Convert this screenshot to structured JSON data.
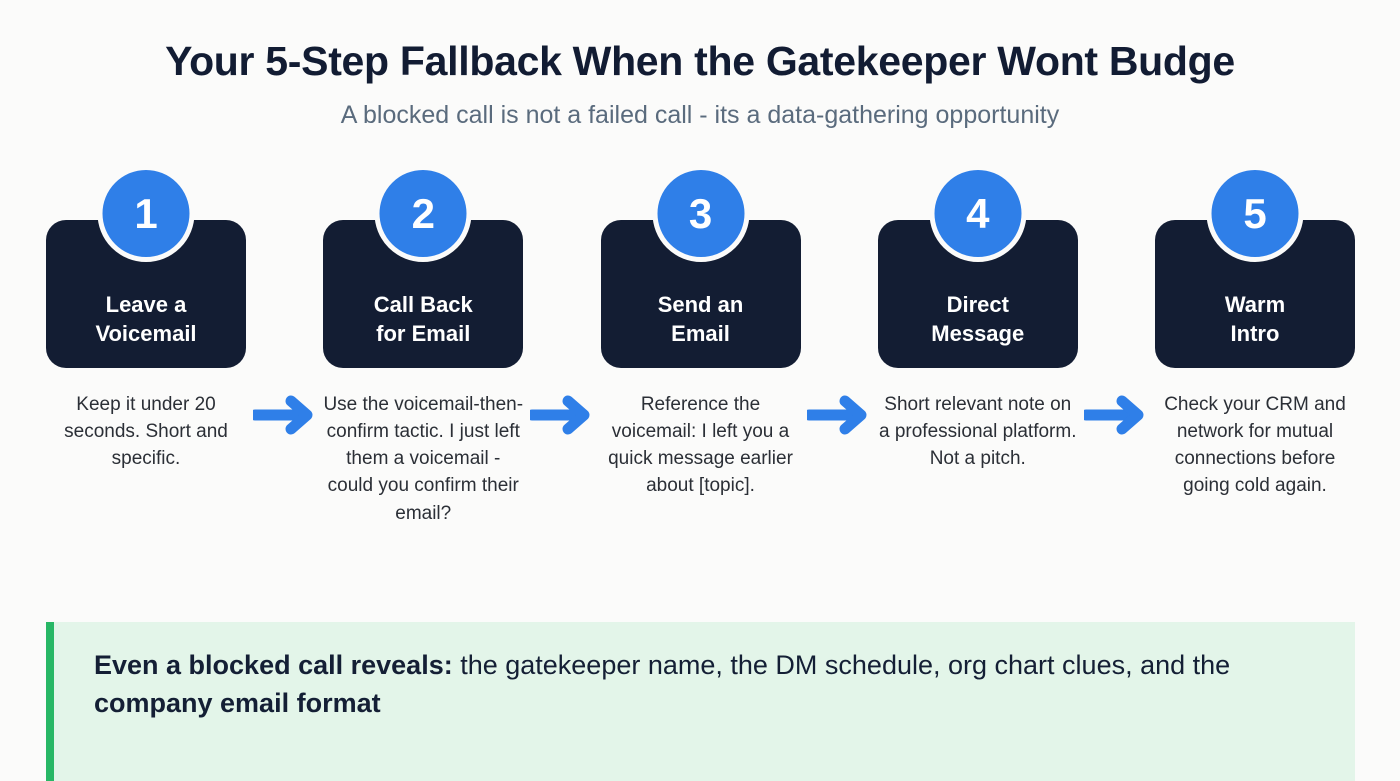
{
  "header": {
    "title": "Your 5-Step Fallback When the Gatekeeper Wont Budge",
    "subtitle": "A blocked call is not a failed call - its a data-gathering opportunity"
  },
  "colors": {
    "background": "#fbfbfa",
    "card": "#131d33",
    "badge_blue": "#2f7fe8",
    "arrow_blue": "#2f7fe8",
    "title_navy": "#121c33",
    "subtitle_slate": "#5a6b7d",
    "desc_text": "#2b2f36",
    "callout_bg": "#e3f5e9",
    "callout_bar_green": "#27b765"
  },
  "steps": [
    {
      "number": "1",
      "title": "Leave a\nVoicemail",
      "description": "Keep it under 20 seconds. Short and specific."
    },
    {
      "number": "2",
      "title": "Call Back\nfor Email",
      "description": "Use the voicemail-then-confirm tactic. I just left them a voicemail - could you confirm their email?"
    },
    {
      "number": "3",
      "title": "Send an\nEmail",
      "description": "Reference the voicemail: I left you a quick message earlier about [topic]."
    },
    {
      "number": "4",
      "title": "Direct\nMessage",
      "description": "Short relevant note on a professional platform. Not a pitch."
    },
    {
      "number": "5",
      "title": "Warm\nIntro",
      "description": "Check your CRM and network for mutual connections before going cold again."
    }
  ],
  "arrows": [
    {
      "icon": "arrow-right-icon"
    },
    {
      "icon": "arrow-right-icon"
    },
    {
      "icon": "arrow-right-icon"
    },
    {
      "icon": "arrow-right-icon"
    }
  ],
  "callout": {
    "lead": "Even a blocked call reveals:",
    "middle": " the gatekeeper name, the DM schedule, org chart clues, and the ",
    "emphasis": "company email format"
  }
}
